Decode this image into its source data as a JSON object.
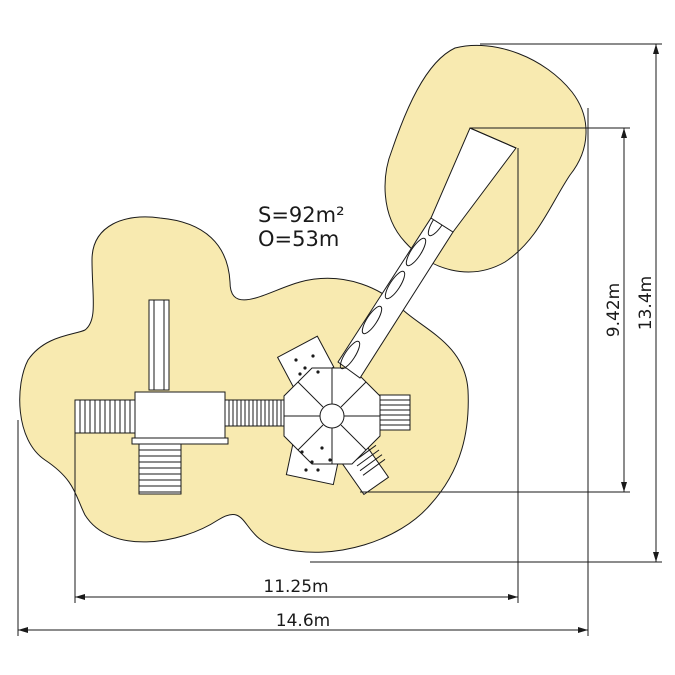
{
  "area_text": "S=92m²",
  "perimeter_text": "O=53m",
  "dimensions": {
    "overall_width": "14.6m",
    "inner_width": "11.25m",
    "overall_height": "13.4m",
    "inner_height": "9.42m"
  },
  "colors": {
    "safety_zone": "#f8eab0",
    "line": "#1a1a1a",
    "background": "#ffffff"
  }
}
